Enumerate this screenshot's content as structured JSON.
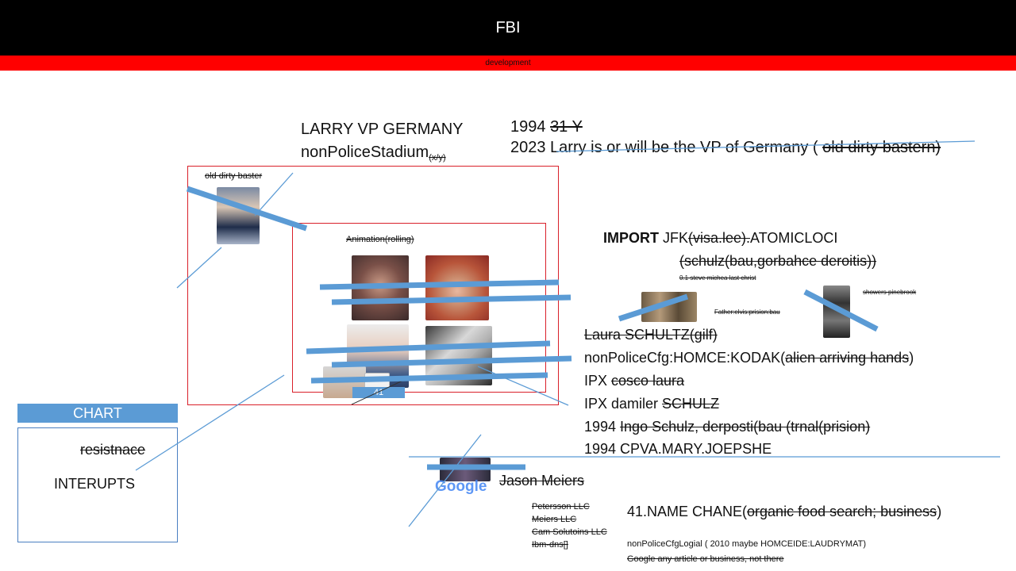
{
  "header": {
    "title": "FBI",
    "subtitle": "development"
  },
  "larry": {
    "line1": "LARRY VP GERMANY",
    "line2": "nonPoliceStadium",
    "line2_sub": "(x/y)"
  },
  "timeline": {
    "l1_year": "1994 ",
    "l1_strike": "31 Y",
    "l2_text": "2023 Larry is or will be the VP of Germany ( ",
    "l2_strike": "old dirty bastern)"
  },
  "outer_box": {
    "label": "old dirty baster"
  },
  "inner_box": {
    "label": "Animation(rolling)",
    "badge": "41"
  },
  "import": {
    "bold": "IMPORT",
    "text": " JFK",
    "strike": "(visa.lee).",
    "tail": "ATOMICLOCI",
    "line2": "(schulz(bau,gorbahce deroitis))",
    "note": "0.1 steve michea last christ",
    "father": "Father:elvis:prision:bau",
    "showers": "showers pinebrook"
  },
  "laura_list": {
    "l1": "Laura SCHULTZ(gilf) ",
    "l2_text": "nonPoliceCfg:HOMCE:KODAK(",
    "l2_strike": "alien arriving hands",
    "l2_tail": ")",
    "l3_text": "IPX ",
    "l3_strike": "cosco laura",
    "l4_text": "IPX damiler ",
    "l4_strike": "SCHULZ",
    "l5_text": "1994 ",
    "l5_strike": "Ingo Schulz, derposti(bau (trnal(prision)",
    "l6": "1994 CPVA.MARY.JOEPSHE"
  },
  "chart": {
    "title": "CHART",
    "resist": "resistnace",
    "interrupts": "INTERUPTS"
  },
  "google": {
    "logo": "Google",
    "jason": "Jason Meiers",
    "companies": [
      "Petersson LLC",
      "Meiers LLC",
      "Cam Solutoins LLC",
      "Ibm-dns[]"
    ],
    "name_change_text": "41.NAME CHANE(",
    "name_change_strike": "organic food search; business",
    "name_change_tail": ")",
    "logial": "nonPoliceCfgLogial ( 2010 maybe HOMCEIDE:LAUDRYMAT)",
    "footer": "Google any article or business, not there"
  },
  "colors": {
    "accent_blue": "#5b9bd5",
    "red": "#ff0000",
    "header_bg": "#000000"
  }
}
